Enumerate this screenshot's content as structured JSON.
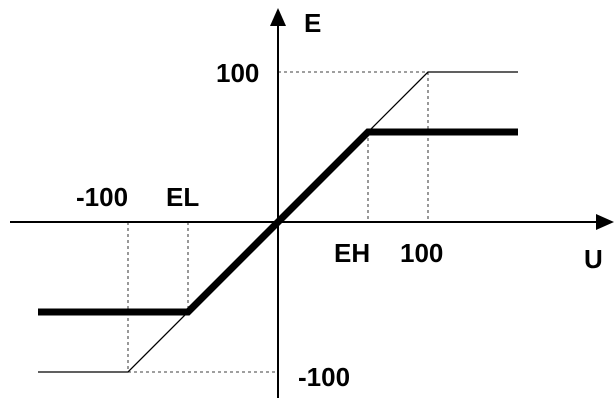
{
  "labels": {
    "y_axis": "E",
    "x_axis": "U",
    "y_top": "100",
    "y_bottom": "-100",
    "x_left": "-100",
    "x_el": "EL",
    "x_eh": "EH",
    "x_right": "100"
  },
  "colors": {
    "line": "#000000",
    "background": "#ffffff"
  },
  "diagram_data": {
    "thin_characteristic": {
      "points": [
        [
          -160,
          -100
        ],
        [
          -100,
          -100
        ],
        [
          100,
          100
        ],
        [
          160,
          100
        ]
      ]
    },
    "thick_characteristic": {
      "points": [
        [
          -160,
          -60
        ],
        [
          -60,
          -60
        ],
        [
          60,
          60
        ],
        [
          160,
          60
        ]
      ]
    },
    "guides": {
      "verticals": [
        -100,
        -60,
        60,
        100
      ],
      "horizontals": [
        100,
        -100
      ]
    }
  }
}
